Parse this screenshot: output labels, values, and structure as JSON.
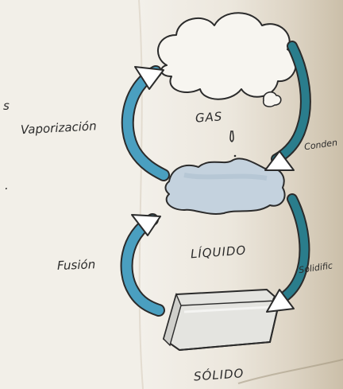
{
  "states": {
    "gas": "GAS",
    "liquid": "LÍQUIDO",
    "solid": "SÓLIDO"
  },
  "processes": {
    "vaporization": "Vaporización",
    "fusion": "Fusión",
    "condensation": "Conden",
    "solidification": "Solidific"
  },
  "margin_text": {
    "top": "s",
    "middle": "."
  },
  "colors": {
    "arrow_blue": "#4a9fc0",
    "arrow_teal": "#2a7d8c",
    "ink": "#2b2b2b",
    "liquid_fill": "#c4d2de"
  }
}
